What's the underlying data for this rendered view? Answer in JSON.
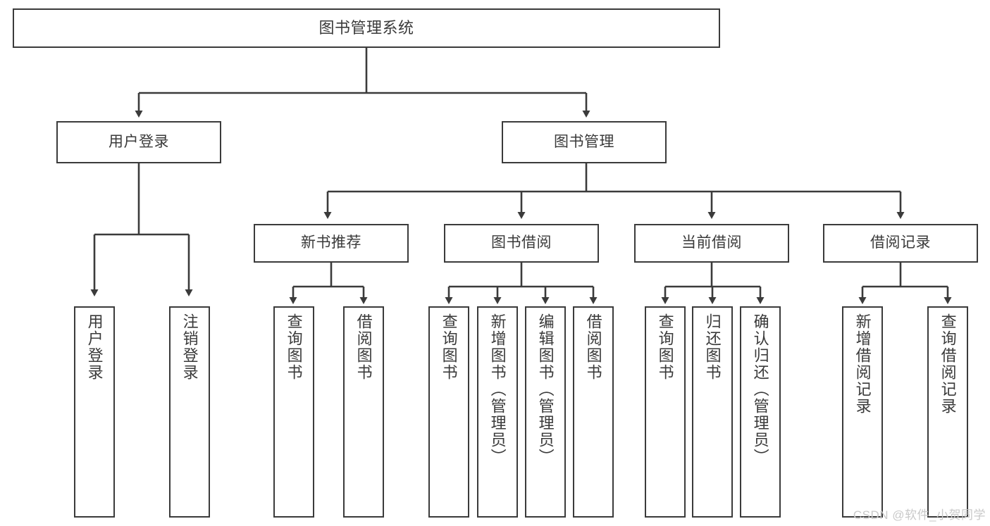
{
  "diagram": {
    "title": "图书管理系统",
    "type": "functional-structure-tree",
    "stroke_color": "#3b3b3b",
    "text_color": "#3a3a3a",
    "background_color": "#ffffff"
  },
  "root": {
    "label": "图书管理系统"
  },
  "level2": [
    {
      "label": "用户登录"
    },
    {
      "label": "图书管理"
    }
  ],
  "level3": [
    {
      "label": "新书推荐"
    },
    {
      "label": "图书借阅"
    },
    {
      "label": "当前借阅"
    },
    {
      "label": "借阅记录"
    }
  ],
  "leaves": {
    "user_login": [
      {
        "label": "用户登录"
      },
      {
        "label": "注销登录"
      }
    ],
    "new_book_recommend": [
      {
        "label": "查询图书"
      },
      {
        "label": "借阅图书"
      }
    ],
    "book_borrow": [
      {
        "label": "查询图书"
      },
      {
        "label": "新增图书（管理员）"
      },
      {
        "label": "编辑图书（管理员）"
      },
      {
        "label": "借阅图书"
      }
    ],
    "current_borrow": [
      {
        "label": "查询图书"
      },
      {
        "label": "归还图书"
      },
      {
        "label": "确认归还（管理员）"
      }
    ],
    "borrow_record": [
      {
        "label": "新增借阅记录"
      },
      {
        "label": "查询借阅记录"
      }
    ]
  },
  "watermark": {
    "text": "CSDN @软件_小贺同学"
  }
}
